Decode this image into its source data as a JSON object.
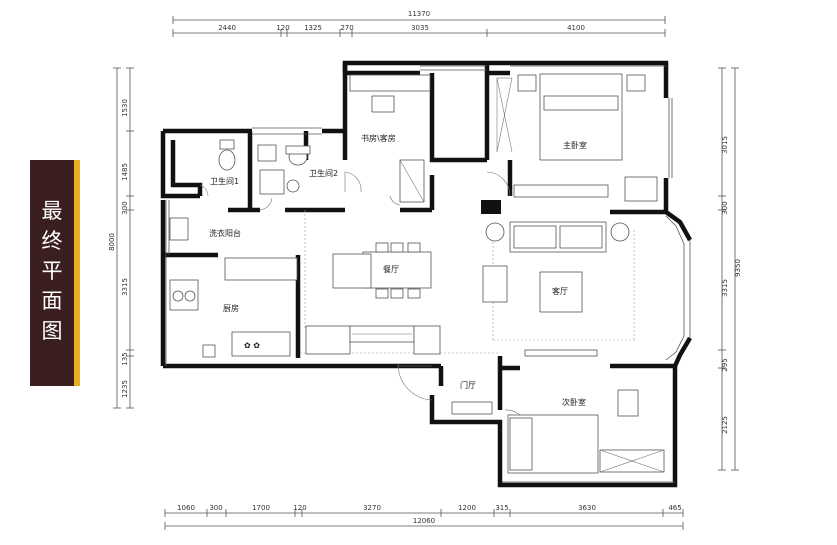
{
  "title": [
    "最",
    "终",
    "平",
    "面",
    "图"
  ],
  "colors": {
    "banner": "#3b1f20",
    "accent": "#e8b021",
    "wall": "#111111"
  },
  "rooms": {
    "study": "书房\\客房",
    "master": "主卧室",
    "bath1": "卫生间1",
    "bath2": "卫生间2",
    "laundry": "洗衣阳台",
    "dining": "餐厅",
    "living": "客厅",
    "kitchen": "厨房",
    "entry": "门厅",
    "second": "次卧室"
  },
  "dims": {
    "top_total": "11370",
    "top": [
      "2440",
      "120",
      "1325",
      "270",
      "3035",
      "4100"
    ],
    "bottom": [
      "1060",
      "300",
      "1700",
      "120",
      "3270",
      "1200",
      "315",
      "3630",
      "465"
    ],
    "bottom_total": "12060",
    "left": [
      "1530",
      "1485",
      "300",
      "3315",
      "135",
      "1235"
    ],
    "left_total": "8000",
    "right": [
      "3015",
      "300",
      "3315",
      "295",
      "2125"
    ],
    "right_total": "9350"
  }
}
